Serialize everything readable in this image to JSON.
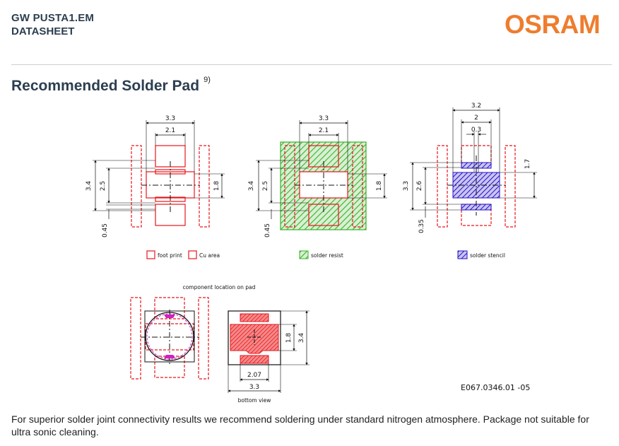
{
  "header": {
    "product": "GW PUSTA1.EM",
    "doc_type": "DATASHEET",
    "logo": "OSRAM"
  },
  "section": {
    "title": "Recommended Solder Pad",
    "footnote": "9)"
  },
  "drawing": {
    "view1": {
      "width_outer": "3.3",
      "width_inner": "2.1",
      "height_total": "3.4",
      "height_mid": "2.5",
      "height_right": "1.8",
      "gap": "0.45"
    },
    "view2": {
      "width_outer": "3.3",
      "width_inner": "2.1",
      "height_total": "3.4",
      "height_mid": "2.5",
      "height_right": "1.8",
      "gap": "0.45"
    },
    "view3": {
      "width_outer": "3.2",
      "width_mid": "2",
      "width_inner": "0.3",
      "height_total": "3.3",
      "height_mid": "2.6",
      "height_right": "1.7",
      "gap": "0.35"
    },
    "legend": {
      "foot_print": "foot print",
      "cu_area": "Cu area",
      "solder_resist": "solder resist",
      "solder_stencil": "solder stencil"
    },
    "component_location_label": "component location on pad",
    "bottom_view": {
      "label": "bottom view",
      "width_outer": "3.3",
      "width_inner": "2.07",
      "height_inner": "1.8",
      "height_outer": "3.4"
    },
    "drawing_number": "E067.0346.01 -05"
  },
  "footer_text": "For superior solder joint connectivity results we recommend soldering under standard nitrogen atmosphere. Package not suitable for ultra sonic cleaning.",
  "colors": {
    "brand": "#ee7d2e",
    "heading": "#2c3e50",
    "pad": "#e8161c",
    "resist": "#3ab02a",
    "stencil": "#2410c8"
  }
}
